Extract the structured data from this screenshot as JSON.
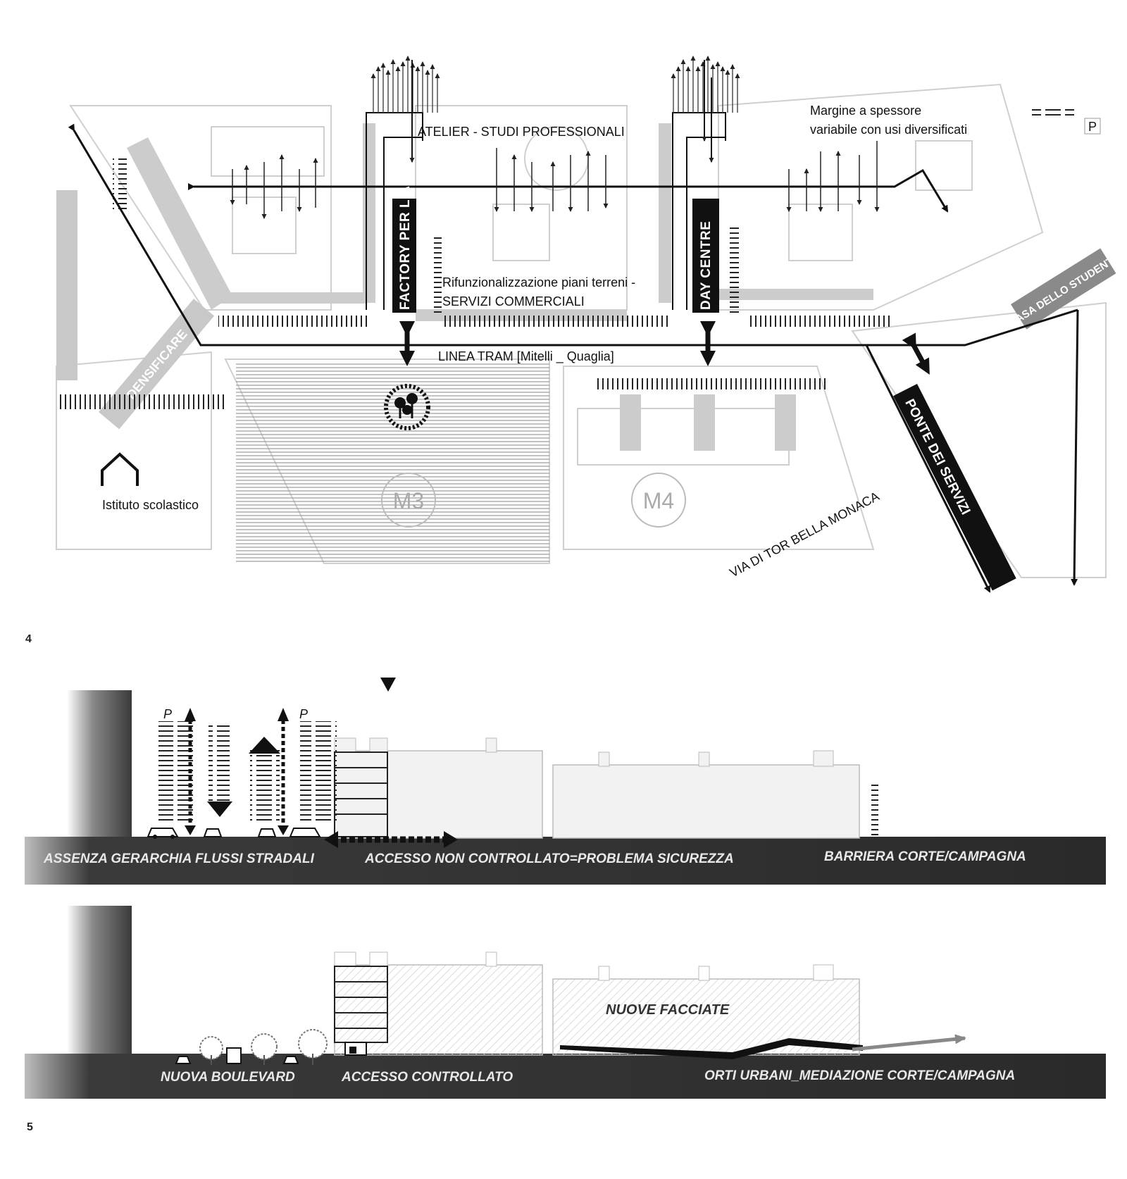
{
  "figure_numbers": {
    "plan": "4",
    "sections": "5"
  },
  "plan": {
    "atelier": "ATELIER - STUDI PROFESSIONALI",
    "margine_line1": "Margine a spessore",
    "margine_line2": "variabile con usi diversificati",
    "parking": "P",
    "factory": "FACTORY PER L'ARTE",
    "day_centre": "DAY CENTRE",
    "rifunz_line1": "Rifunzionalizzazione piani terreni -",
    "rifunz_line2": "SERVIZI COMMERCIALI",
    "casa": "CASA DELLO STUDENTE",
    "tram": "LINEA TRAM  [Mitelli _ Quaglia]",
    "densificare": "DENSIFICARE",
    "ponte": "PONTE DEI SERVIZI",
    "istituto": "Istituto scolastico",
    "m3": "M3",
    "m4": "M4",
    "via": "VIA DI TOR BELLA MONACA"
  },
  "section_a": {
    "p_left": "P",
    "p_right": "P",
    "label1": "ASSENZA GERARCHIA FLUSSI STRADALI",
    "label2": "ACCESSO NON CONTROLLATO=PROBLEMA SICUREZZA",
    "label3": "BARRIERA CORTE/CAMPAGNA"
  },
  "section_b": {
    "nuove": "NUOVE FACCIATE",
    "label1": "NUOVA BOULEVARD",
    "label2": "ACCESSO CONTROLLATO",
    "label3": "ORTI URBANI_MEDIAZIONE CORTE/CAMPAGNA"
  },
  "colors": {
    "ink": "#111111",
    "band": "#2a2a2a",
    "light_line": "#c8c8c8"
  }
}
